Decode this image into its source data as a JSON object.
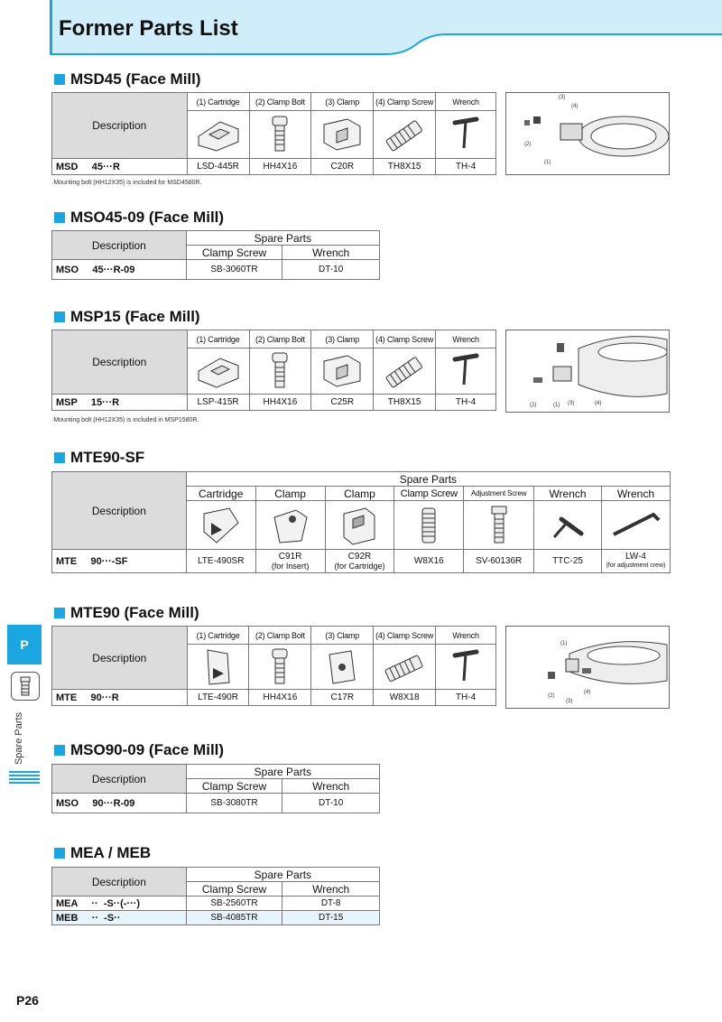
{
  "page": {
    "title": "Former Parts List",
    "page_number": "P26",
    "side_tab": "P",
    "side_label": "Spare Parts",
    "accent": "#1aa6e0"
  },
  "msd45": {
    "title": "MSD45 (Face Mill)",
    "desc": "Description",
    "headers": [
      "(1) Cartridge",
      "(2) Clamp Bolt",
      "(3) Clamp",
      "(4) Clamp Screw",
      "Wrench"
    ],
    "model_a": "MSD",
    "model_b": "45···R",
    "values": [
      "LSD-445R",
      "HH4X16",
      "C20R",
      "TH8X15",
      "TH-4"
    ],
    "note": "·Mounting bolt (HH12X35) is included for MSD4580R.",
    "diagram_labels": [
      "(3)",
      "(4)",
      "(2)",
      "(1)"
    ]
  },
  "mso4509": {
    "title": "MSO45-09 (Face Mill)",
    "desc": "Description",
    "spare": "Spare Parts",
    "headers": [
      "Clamp Screw",
      "Wrench"
    ],
    "model_a": "MSO",
    "model_b": "45···R-09",
    "values": [
      "SB-3060TR",
      "DT-10"
    ]
  },
  "msp15": {
    "title": "MSP15 (Face Mill)",
    "desc": "Description",
    "headers": [
      "(1) Cartridge",
      "(2) Clamp Bolt",
      "(3) Clamp",
      "(4) Clamp Screw",
      "Wrench"
    ],
    "model_a": "MSP",
    "model_b": "15···R",
    "values": [
      "LSP-415R",
      "HH4X16",
      "C25R",
      "TH8X15",
      "TH-4"
    ],
    "note": "·Mounting bolt (HH12X35) is included in MSP1580R.",
    "diagram_labels": [
      "(2)",
      "(1)",
      "(3)",
      "(4)"
    ]
  },
  "mte90sf": {
    "title": "MTE90-SF",
    "desc": "Description",
    "spare": "Spare Parts",
    "headers": [
      "Cartridge",
      "Clamp",
      "Clamp",
      "Clamp Screw",
      "Adjustment Screw",
      "Wrench",
      "Wrench"
    ],
    "model_a": "MTE",
    "model_b": "90···-SF",
    "values": [
      "LTE-490SR",
      "C91R",
      "C92R",
      "W8X16",
      "SV-60136R",
      "TTC-25",
      "LW-4"
    ],
    "subs": [
      "",
      "(for Insert)",
      "(for Cartridge)",
      "",
      "",
      "",
      "(for adjustment crew)"
    ]
  },
  "mte90": {
    "title": "MTE90 (Face Mill)",
    "desc": "Description",
    "headers": [
      "(1) Cartridge",
      "(2) Clamp Bolt",
      "(3) Clamp",
      "(4) Clamp Screw",
      "Wrench"
    ],
    "model_a": "MTE",
    "model_b": "90···R",
    "values": [
      "LTE-490R",
      "HH4X16",
      "C17R",
      "W8X18",
      "TH-4"
    ],
    "diagram_labels": [
      "(1)",
      "(4)",
      "(2)",
      "(3)"
    ]
  },
  "mso9009": {
    "title": "MSO90-09 (Face Mill)",
    "desc": "Description",
    "spare": "Spare Parts",
    "headers": [
      "Clamp Screw",
      "Wrench"
    ],
    "model_a": "MSO",
    "model_b": "90···R-09",
    "values": [
      "SB-3080TR",
      "DT-10"
    ]
  },
  "meameb": {
    "title": "MEA / MEB",
    "desc": "Description",
    "spare": "Spare Parts",
    "headers": [
      "Clamp Screw",
      "Wrench"
    ],
    "rows": [
      {
        "model_a": "MEA",
        "model_b": "··  -S··(-···)",
        "values": [
          "SB-2560TR",
          "DT-8"
        ]
      },
      {
        "model_a": "MEB",
        "model_b": "··  -S··",
        "values": [
          "SB-4085TR",
          "DT-15"
        ]
      }
    ]
  }
}
